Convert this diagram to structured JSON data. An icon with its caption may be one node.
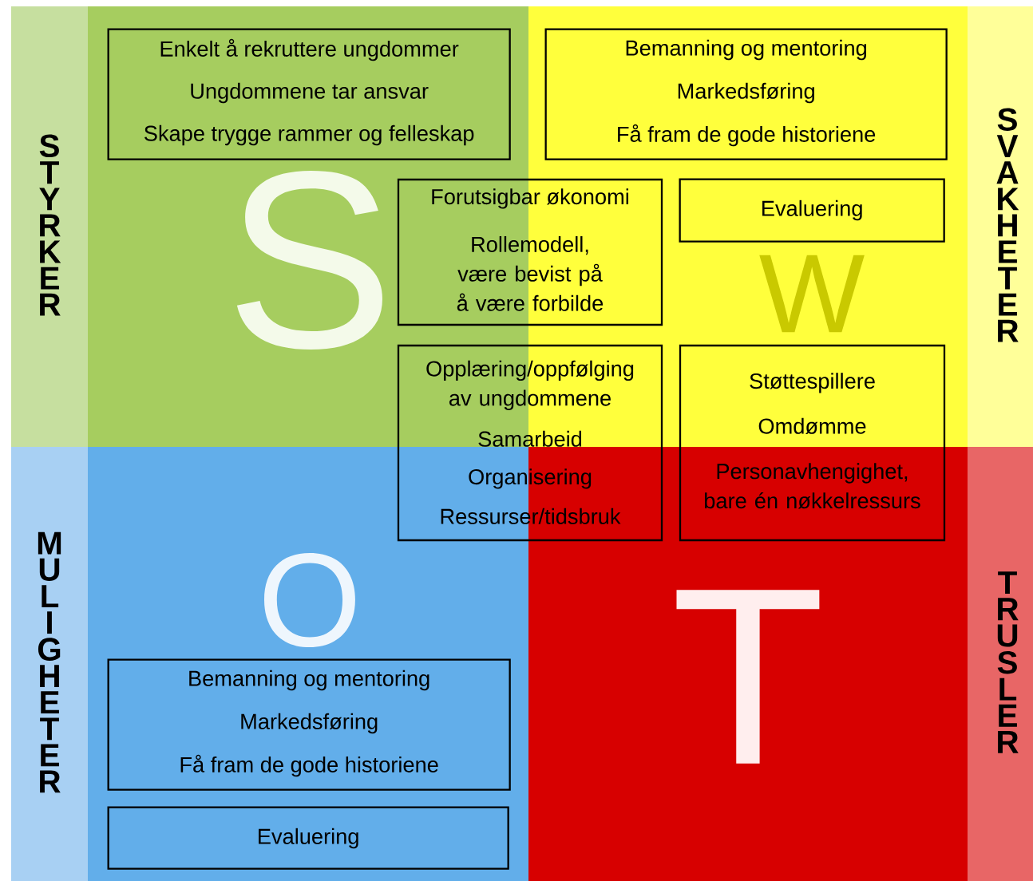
{
  "diagram": {
    "nodes": [
      {
        "text": [
          "STYRKER"
        ]
      },
      {
        "text": [
          "SVAKHETER"
        ]
      },
      {
        "text": [
          "MULIGHETER"
        ]
      },
      {
        "text": [
          "TRUSLER"
        ]
      },
      {
        "text": [
          "Enkelt å rekruttere ungdommer",
          "Ungdommene tar ansvar",
          "Skape trygge rammer og felleskap"
        ],
        "in": 0
      },
      {
        "text": [
          "Bemanning og mentoring",
          "Markedsføring",
          "Få fram de gode historiene"
        ],
        "in": 1
      },
      {
        "text": [
          "Forutsigbar økonomi",
          "Rollemodell, være bevist på å være forbilde"
        ]
      },
      {
        "text": [
          "Evaluering"
        ],
        "in": 1
      },
      {
        "text": [
          "Opplæring/oppfølging av ungdommene",
          "Samarbeid",
          "Organisering",
          "Ressurser/tidsbruk"
        ]
      },
      {
        "text": [
          "Støttespillere",
          "Omdømme",
          "Personavhengighet, bare én nøkkelressurs"
        ]
      },
      {
        "text": [
          "Bemanning og mentoring",
          "Markedsføring",
          "Få fram de gode historiene"
        ],
        "in": 2
      },
      {
        "text": [
          "Evaluering"
        ],
        "in": 2
      }
    ],
    "labels": [
      "S",
      "W",
      "O",
      "T"
    ]
  }
}
